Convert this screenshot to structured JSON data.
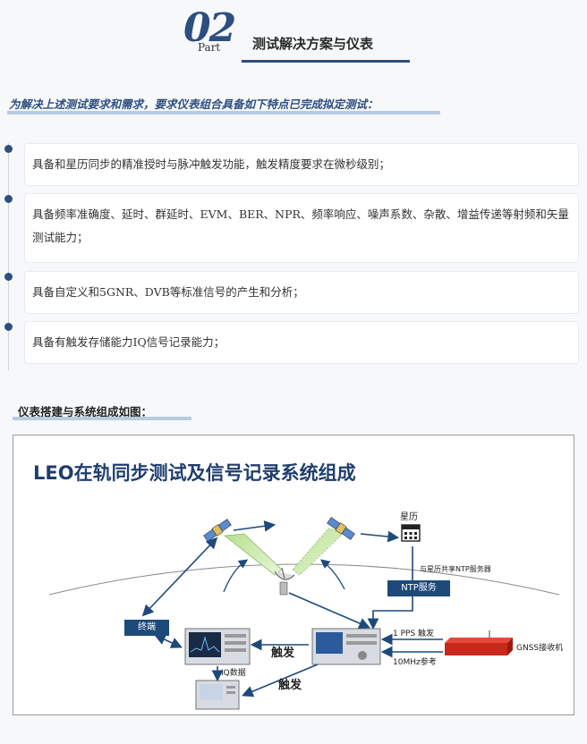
{
  "header": {
    "number": "02",
    "part": "Part",
    "title": "测试解决方案与仪表"
  },
  "intro": "为解决上述测试要求和需求，要求仪表组合具备如下特点已完成拟定测试：",
  "bullets": [
    "具备和星历同步的精准授时与脉冲触发功能，触发精度要求在微秒级别；",
    "具备频率准确度、延时、群延时、EVM、BER、NPR、频率响应、噪声系数、杂散、增益传递等射频和矢量测试能力；",
    "具备自定义和5GNR、DVB等标准信号的产生和分析；",
    "具备有触发存储能力IQ信号记录能力；"
  ],
  "subtitle": "仪表搭建与系统组成如图：",
  "diagram": {
    "title": "LEO在轨同步测试及信号记录系统组成",
    "ephemeris": "星历",
    "ntp_note": "与星历共享NTP服务器",
    "ntp_box": "NTP服务",
    "terminal": "终端",
    "pps": "1 PPS 触发",
    "ref": "10MHz参考",
    "gnss": "GNSS接收机",
    "trigger1": "触发",
    "trigger2": "触发",
    "iq": "IQ数据"
  },
  "colors": {
    "primary": "#2d4f80",
    "box": "#1d4a7a",
    "accent_line": "#b8cbe4"
  }
}
